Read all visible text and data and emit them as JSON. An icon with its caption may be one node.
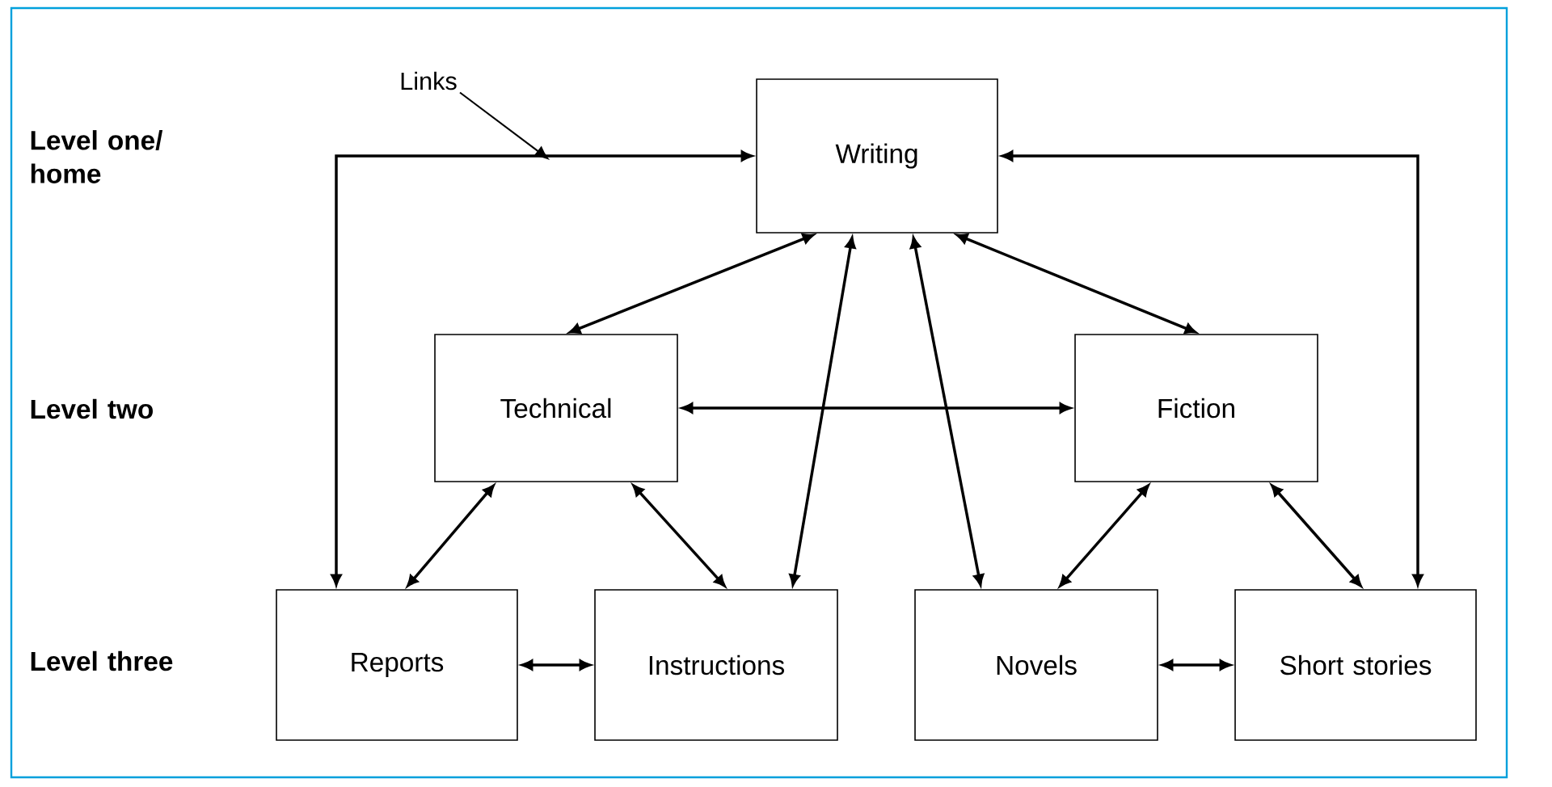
{
  "diagram": {
    "nodes": [
      {
        "text": [
          "Writing"
        ]
      },
      {
        "text": [
          "Technical"
        ]
      },
      {
        "text": [
          "Fiction"
        ]
      },
      {
        "text": [
          "Reports"
        ]
      },
      {
        "text": [
          "Instructions"
        ]
      },
      {
        "text": [
          "Novels"
        ]
      },
      {
        "text": [
          "Short stories"
        ]
      },
      {
        "text": [
          "Links"
        ]
      }
    ],
    "edges": [
      {
        "from": 0,
        "to": 3,
        "arrow": "both"
      },
      {
        "from": 0,
        "to": 6,
        "arrow": "both"
      },
      {
        "from": 0,
        "to": 1,
        "arrow": "both"
      },
      {
        "from": 0,
        "to": 4,
        "arrow": "both"
      },
      {
        "from": 0,
        "to": 5,
        "arrow": "both"
      },
      {
        "from": 0,
        "to": 2,
        "arrow": "both"
      },
      {
        "from": 1,
        "to": 2,
        "arrow": "both"
      },
      {
        "from": 1,
        "to": 3,
        "arrow": "both"
      },
      {
        "from": 1,
        "to": 4,
        "arrow": "both"
      },
      {
        "from": 2,
        "to": 5,
        "arrow": "both"
      },
      {
        "from": 2,
        "to": 6,
        "arrow": "both"
      },
      {
        "from": 3,
        "to": 4,
        "arrow": "both"
      },
      {
        "from": 5,
        "to": 6,
        "arrow": "both"
      },
      {
        "from": 7,
        "to": null,
        "arrow": "to"
      }
    ],
    "labels": [
      "Level one/ home",
      "Level two",
      "Level three"
    ]
  }
}
